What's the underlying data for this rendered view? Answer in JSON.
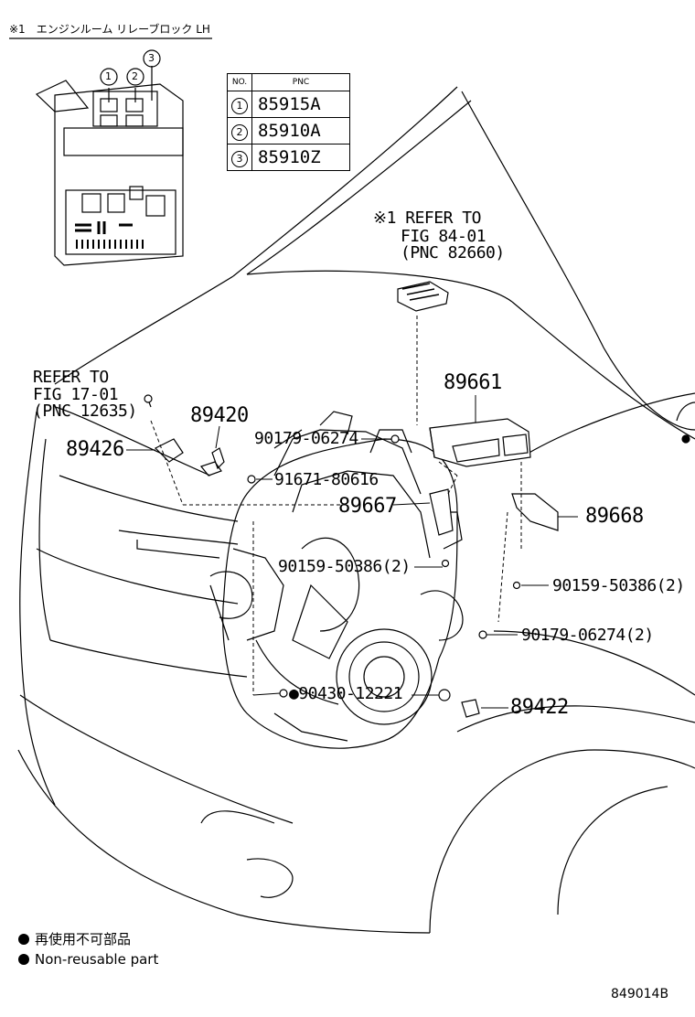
{
  "inset_title": "※1　エンジンルーム リレーブロック LH",
  "pnc_table": {
    "header_no": "NO.",
    "header_pnc": "PNC",
    "rows": [
      {
        "no": "1",
        "pnc": "85915A"
      },
      {
        "no": "2",
        "pnc": "85910A"
      },
      {
        "no": "3",
        "pnc": "85910Z"
      }
    ]
  },
  "callouts": {
    "refer_84": [
      "※1 REFER TO",
      "FIG 84-01",
      "(PNC 82660)"
    ],
    "refer_17": [
      "REFER TO",
      "FIG 17-01",
      "(PNC 12635)"
    ],
    "p89661": "89661",
    "p89420": "89420",
    "p89426": "89426",
    "p90179_a": "90179-06274",
    "p91671": "91671-80616",
    "p89667": "89667",
    "p89668": "89668",
    "p90159_a": "90159-50386(2)",
    "p90159_b": "90159-50386(2)",
    "p90179_b": "90179-06274(2)",
    "p90430": "●90430-12221",
    "p89422": "89422"
  },
  "legend": {
    "jp": "再使用不可部品",
    "en": "Non-reusable part"
  },
  "figure_no": "849014B"
}
